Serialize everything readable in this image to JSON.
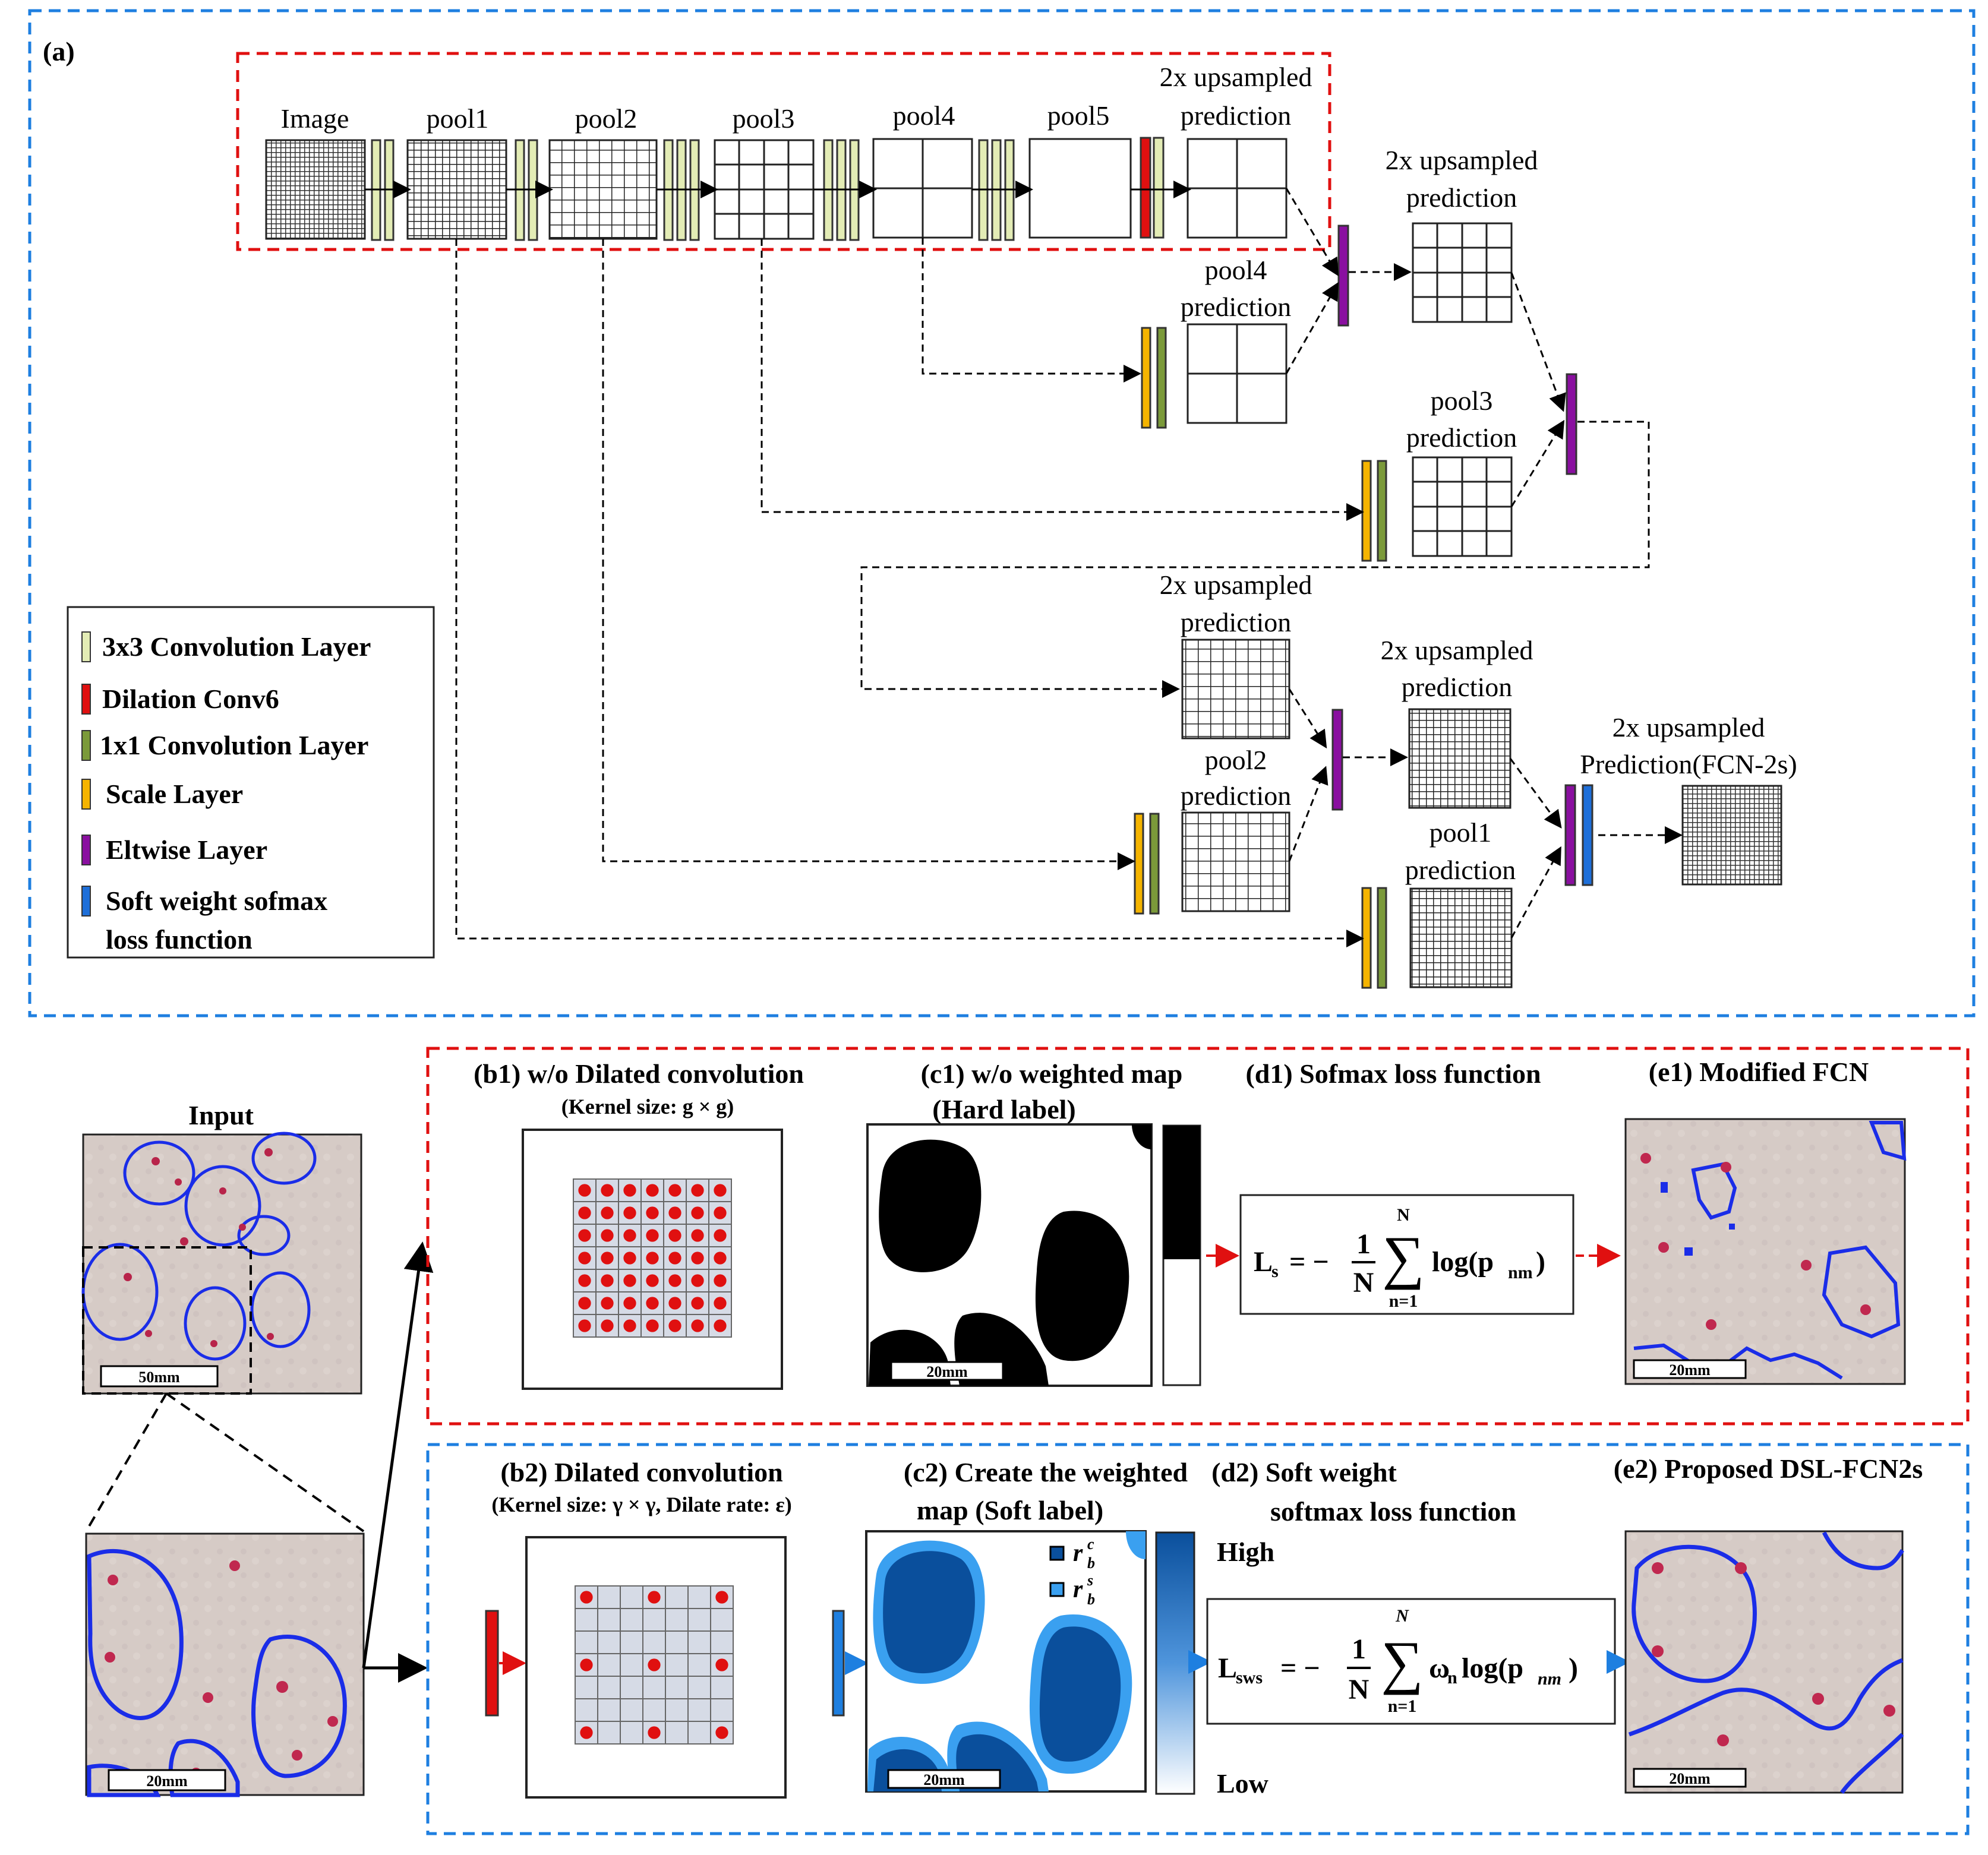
{
  "panel_a": {
    "tag": "(a)",
    "image_label": "Image",
    "pool_labels": [
      "pool1",
      "pool2",
      "pool3",
      "pool4",
      "pool5"
    ],
    "upsampled_title": [
      "2x upsampled",
      "prediction"
    ],
    "pool4_pred": [
      "pool4",
      "prediction"
    ],
    "pool3_pred": [
      "pool3",
      "prediction"
    ],
    "pool2_pred": [
      "pool2",
      "prediction"
    ],
    "pool1_pred": [
      "pool1",
      "prediction"
    ],
    "final_title": [
      "2x upsampled",
      "Prediction(FCN-2s)"
    ]
  },
  "legend": {
    "items": [
      {
        "label": "3x3 Convolution Layer",
        "color": "#e3ecb5"
      },
      {
        "label": "Dilation Conv6",
        "color": "#e01010"
      },
      {
        "label": "1x1 Convolution Layer",
        "color": "#7b9a3a"
      },
      {
        "label": "Scale Layer",
        "color": "#f5b400"
      },
      {
        "label": "Eltwise Layer",
        "color": "#8a0fa0"
      },
      {
        "label": "Soft weight sofmax",
        "label2": "loss function",
        "color": "#1e6fd9"
      }
    ]
  },
  "input": {
    "title": "Input",
    "scale_top": "50mm",
    "scale_zoom": "20mm"
  },
  "row1": {
    "b_title": "(b1) w/o Dilated convolution",
    "b_sub": "(Kernel size: g × g)",
    "c_title": "(c1) w/o  weighted map",
    "c_sub": "(Hard label)",
    "d_title": "(d1) Sofmax loss function",
    "e_title": "(e1) Modified FCN",
    "scale": "20mm",
    "eq_lhs": "L",
    "eq_lhs_sub": "s",
    "eq_frac_num": "1",
    "eq_frac_den": "N",
    "eq_sum_top": "N",
    "eq_sum_bot": "n=1",
    "eq_log": "log(p",
    "eq_log_sub": "nm",
    "eq_close": ")"
  },
  "row2": {
    "b_title": "(b2) Dilated convolution",
    "b_sub": "(Kernel size: γ × γ, Dilate rate: ε)",
    "c_title": "(c2) Create the weighted",
    "c_title2": "map (Soft label)",
    "d_title": "(d2) Soft weight",
    "d_title2": "softmax loss function",
    "e_title": "(e2) Proposed DSL-FCN2s",
    "scale": "20mm",
    "high": "High",
    "low": "Low",
    "legend_rc": "r",
    "legend_rc_sup": "c",
    "legend_rc_sub": "b",
    "legend_rs_sup": "s",
    "eq_lhs": "L",
    "eq_lhs_sub": "sws",
    "eq_frac_num": "1",
    "eq_frac_den": "N",
    "eq_sum_top": "N",
    "eq_sum_bot": "n=1",
    "eq_w": "ω",
    "eq_w_sub": "n",
    "eq_log": "log(p",
    "eq_log_sub": "nm",
    "eq_close": ")"
  },
  "colors": {
    "blue_dash": "#1e7fe0",
    "red_dash": "#e01010",
    "soft_dark": "#0a4f9c",
    "soft_light": "#3aa0f0",
    "tissue": "#d8ccc8",
    "contour": "#1a2de8"
  }
}
